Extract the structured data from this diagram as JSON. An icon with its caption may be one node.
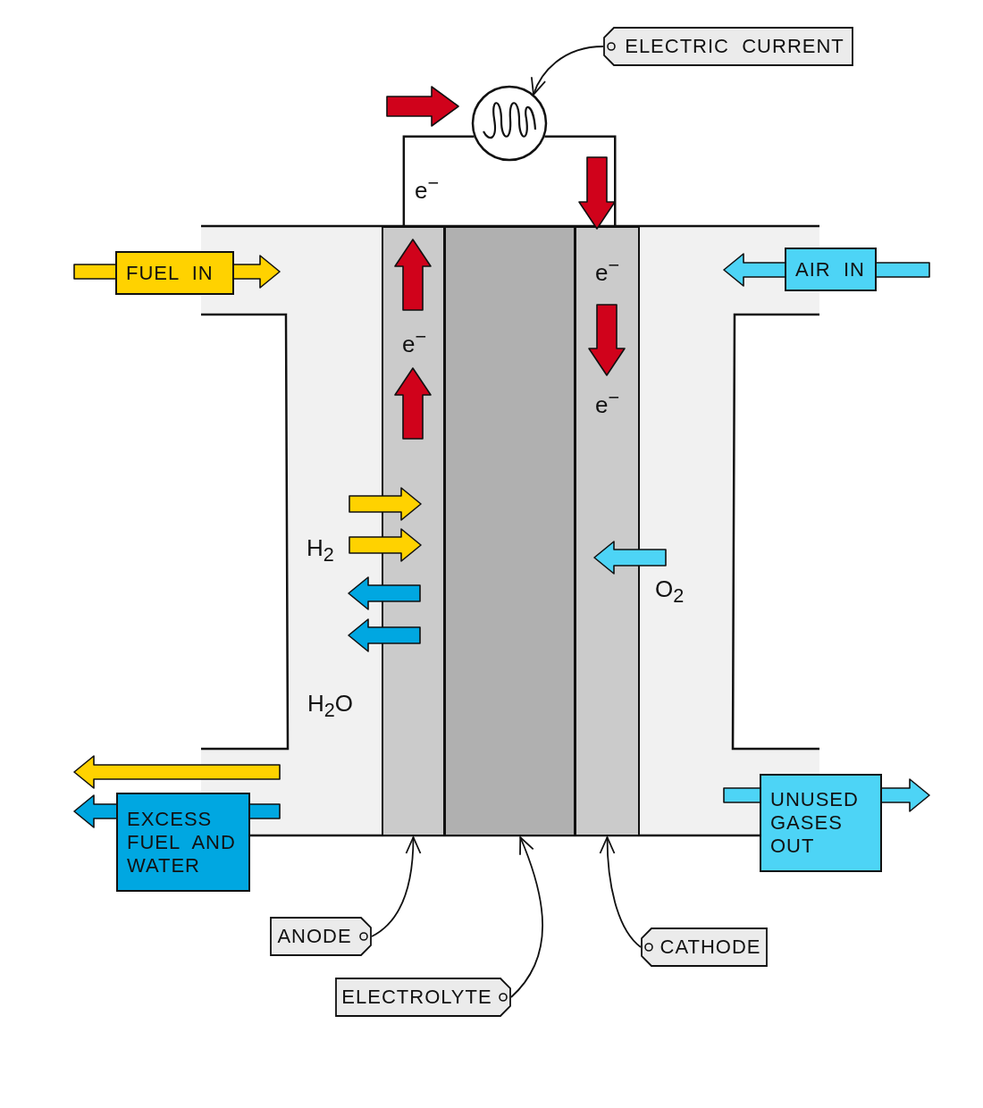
{
  "diagram": {
    "nodes": [
      {
        "text": [
          "ELECTRIC  CURRENT"
        ]
      },
      {
        "text": [],
        "shape": "circle"
      },
      {
        "text": [],
        "shape": "bar"
      },
      {
        "text": [],
        "shape": "bar"
      },
      {
        "text": [],
        "shape": "bar"
      },
      {
        "text": [
          "ANODE"
        ]
      },
      {
        "text": [
          "ELECTROLYTE"
        ]
      },
      {
        "text": [
          "CATHODE"
        ]
      },
      {
        "text": [
          "FUEL  IN"
        ]
      },
      {
        "text": [
          "AIR  IN"
        ]
      },
      {
        "text": [
          "EXCESS FUEL  AND WATER"
        ]
      },
      {
        "text": [
          "UNUSED GASES OUT"
        ]
      }
    ],
    "edges": [
      {
        "from": 0,
        "to": 1,
        "arrow": "to"
      },
      {
        "from": 2,
        "to": 1,
        "arrow": "none"
      },
      {
        "from": 1,
        "to": 4,
        "arrow": "none"
      },
      {
        "from": 5,
        "to": 2,
        "arrow": "to"
      },
      {
        "from": 6,
        "to": 3,
        "arrow": "to"
      },
      {
        "from": 7,
        "to": 4,
        "arrow": "to"
      }
    ],
    "labels": [
      "e$^{−}$",
      "e$^{−}$",
      "e$^{−}$",
      "e$^{−}$",
      "H$_{2}$",
      "O$_{2}$",
      "H$_{2}$O"
    ]
  }
}
